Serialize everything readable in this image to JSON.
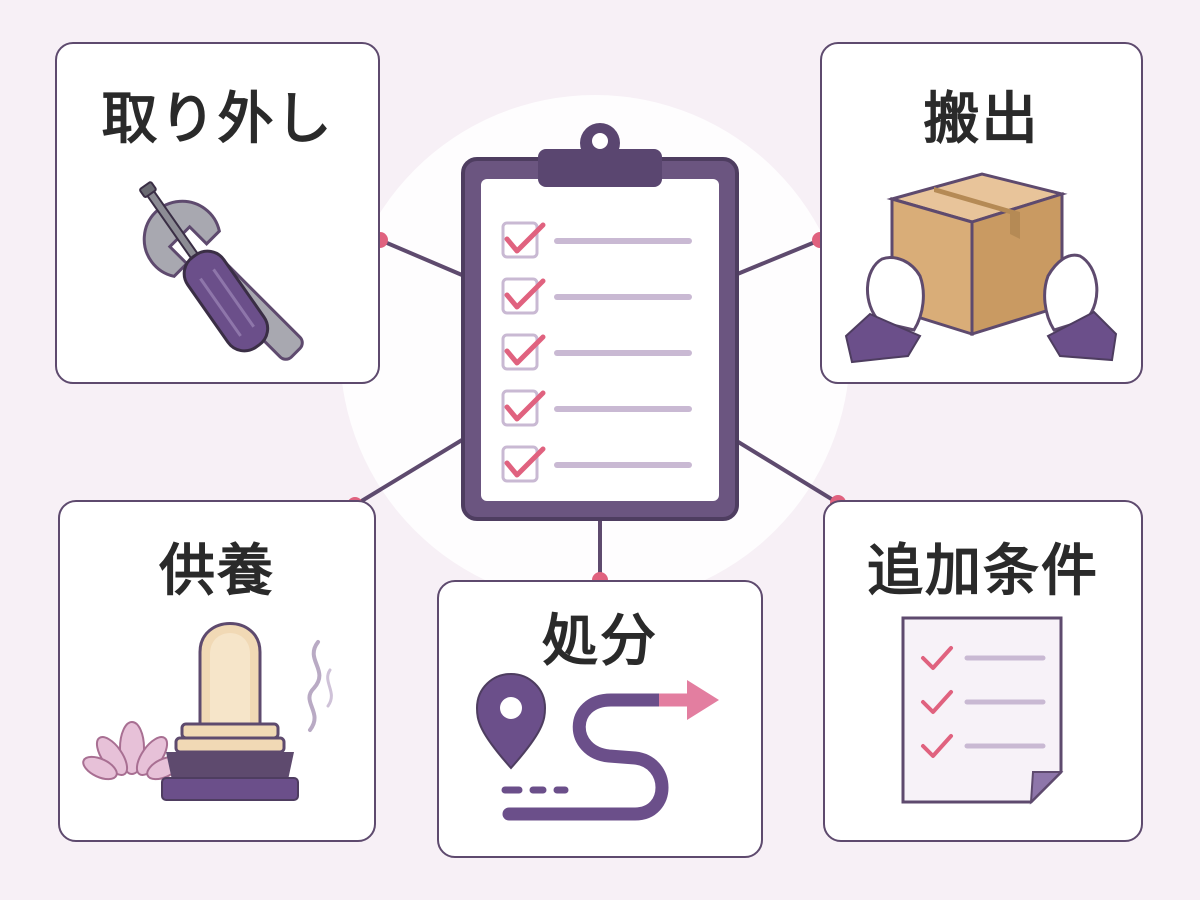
{
  "colors": {
    "background": "#f7f0f6",
    "card_border": "#5e4a6e",
    "accent_purple": "#6b4f8a",
    "accent_pink": "#e0627f",
    "line_gray": "#c9b9d3"
  },
  "center": {
    "icon": "clipboard-checklist-icon",
    "checked_items": 5
  },
  "cards": {
    "removal": {
      "title": "取り外し",
      "icon": "tools-icon"
    },
    "carry_out": {
      "title": "搬出",
      "icon": "box-in-hands-icon"
    },
    "memorial": {
      "title": "供養",
      "icon": "memorial-tablet-lotus-icon"
    },
    "disposal": {
      "title": "処分",
      "icon": "route-pin-arrow-icon"
    },
    "extra": {
      "title": "追加条件",
      "icon": "checklist-document-icon"
    }
  }
}
